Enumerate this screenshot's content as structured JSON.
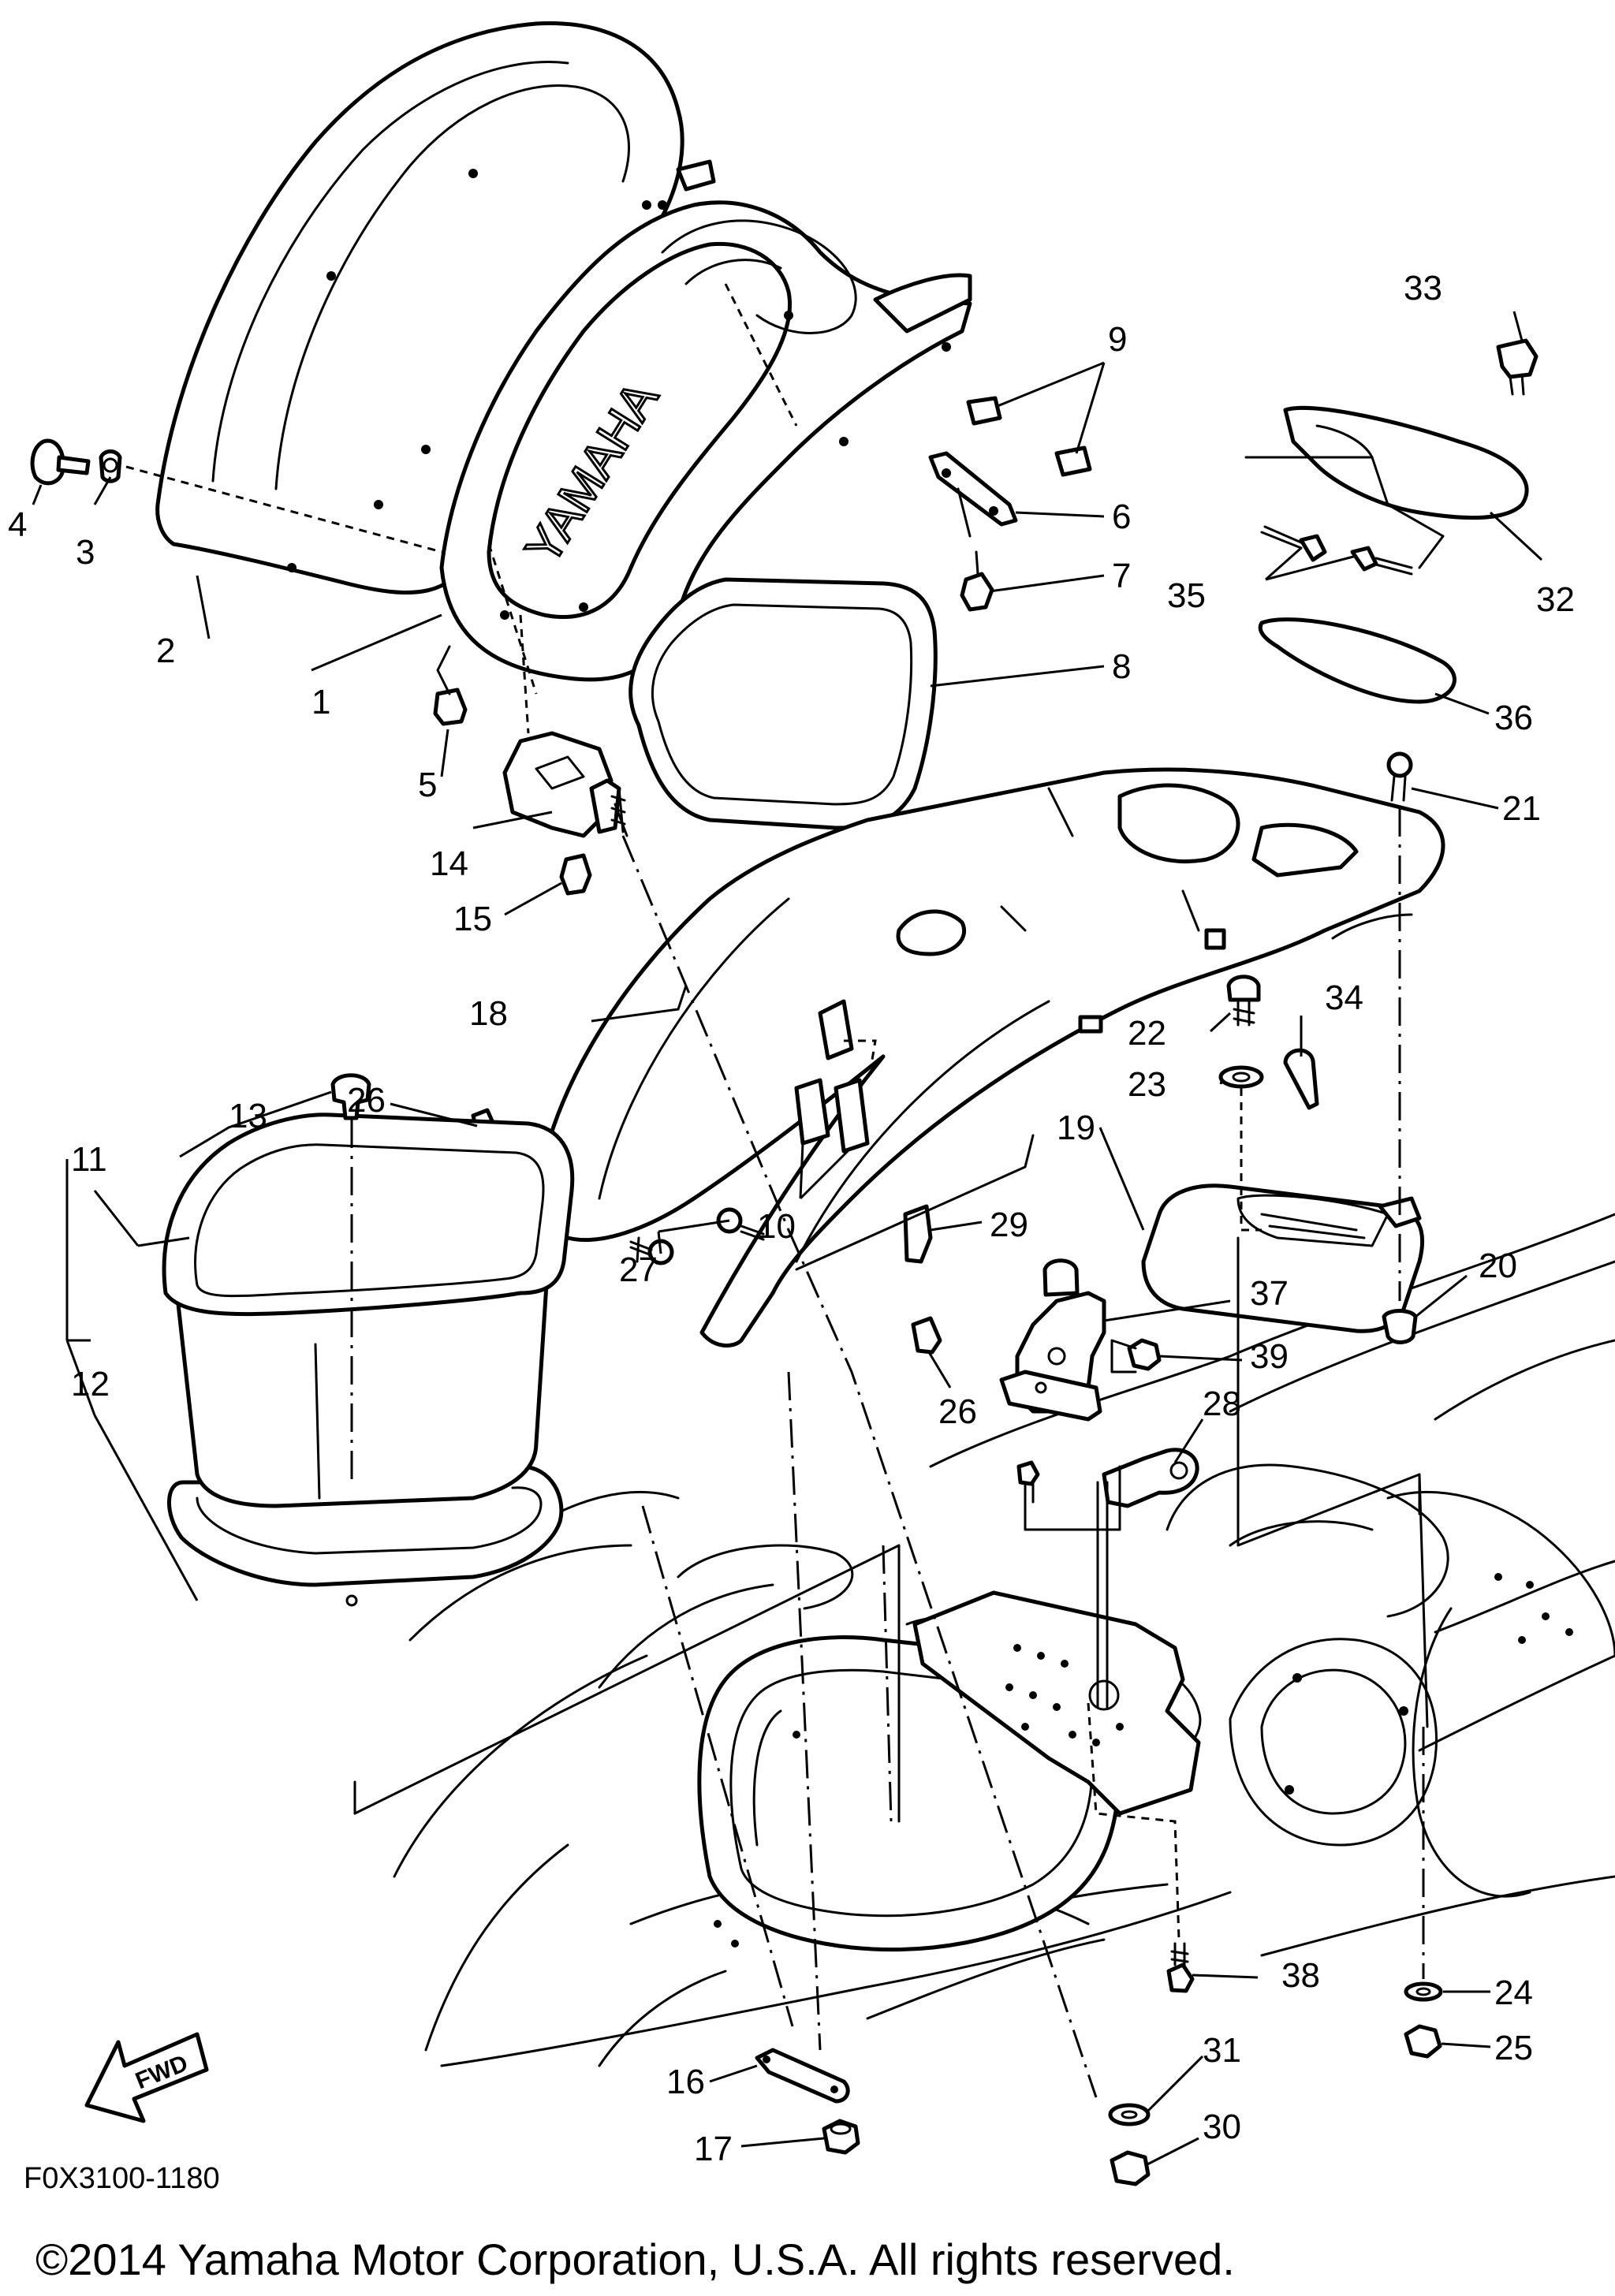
{
  "diagram": {
    "emblem_text": "YAMAHA",
    "direction_arrow_text": "FWD",
    "figure_code": "F0X3100-1180",
    "copyright": "©2014 Yamaha Motor Corporation, U.S.A. All rights reserved.",
    "callouts": [
      {
        "id": "c1",
        "label": "1"
      },
      {
        "id": "c2",
        "label": "2"
      },
      {
        "id": "c3",
        "label": "3"
      },
      {
        "id": "c4",
        "label": "4"
      },
      {
        "id": "c5",
        "label": "5"
      },
      {
        "id": "c6",
        "label": "6"
      },
      {
        "id": "c7",
        "label": "7"
      },
      {
        "id": "c8",
        "label": "8"
      },
      {
        "id": "c9",
        "label": "9"
      },
      {
        "id": "c10",
        "label": "10"
      },
      {
        "id": "c11",
        "label": "11"
      },
      {
        "id": "c12",
        "label": "12"
      },
      {
        "id": "c13",
        "label": "13"
      },
      {
        "id": "c14",
        "label": "14"
      },
      {
        "id": "c15",
        "label": "15"
      },
      {
        "id": "c16",
        "label": "16"
      },
      {
        "id": "c17",
        "label": "17"
      },
      {
        "id": "c18",
        "label": "18"
      },
      {
        "id": "c19",
        "label": "19"
      },
      {
        "id": "c20",
        "label": "20"
      },
      {
        "id": "c21",
        "label": "21"
      },
      {
        "id": "c22",
        "label": "22"
      },
      {
        "id": "c23",
        "label": "23"
      },
      {
        "id": "c24",
        "label": "24"
      },
      {
        "id": "c25",
        "label": "25"
      },
      {
        "id": "c26a",
        "label": "26"
      },
      {
        "id": "c26b",
        "label": "26"
      },
      {
        "id": "c27",
        "label": "27"
      },
      {
        "id": "c28",
        "label": "28"
      },
      {
        "id": "c29",
        "label": "29"
      },
      {
        "id": "c30",
        "label": "30"
      },
      {
        "id": "c31",
        "label": "31"
      },
      {
        "id": "c32",
        "label": "32"
      },
      {
        "id": "c33",
        "label": "33"
      },
      {
        "id": "c34",
        "label": "34"
      },
      {
        "id": "c35",
        "label": "35"
      },
      {
        "id": "c36",
        "label": "36"
      },
      {
        "id": "c37",
        "label": "37"
      },
      {
        "id": "c38",
        "label": "38"
      },
      {
        "id": "c39",
        "label": "39"
      }
    ]
  }
}
